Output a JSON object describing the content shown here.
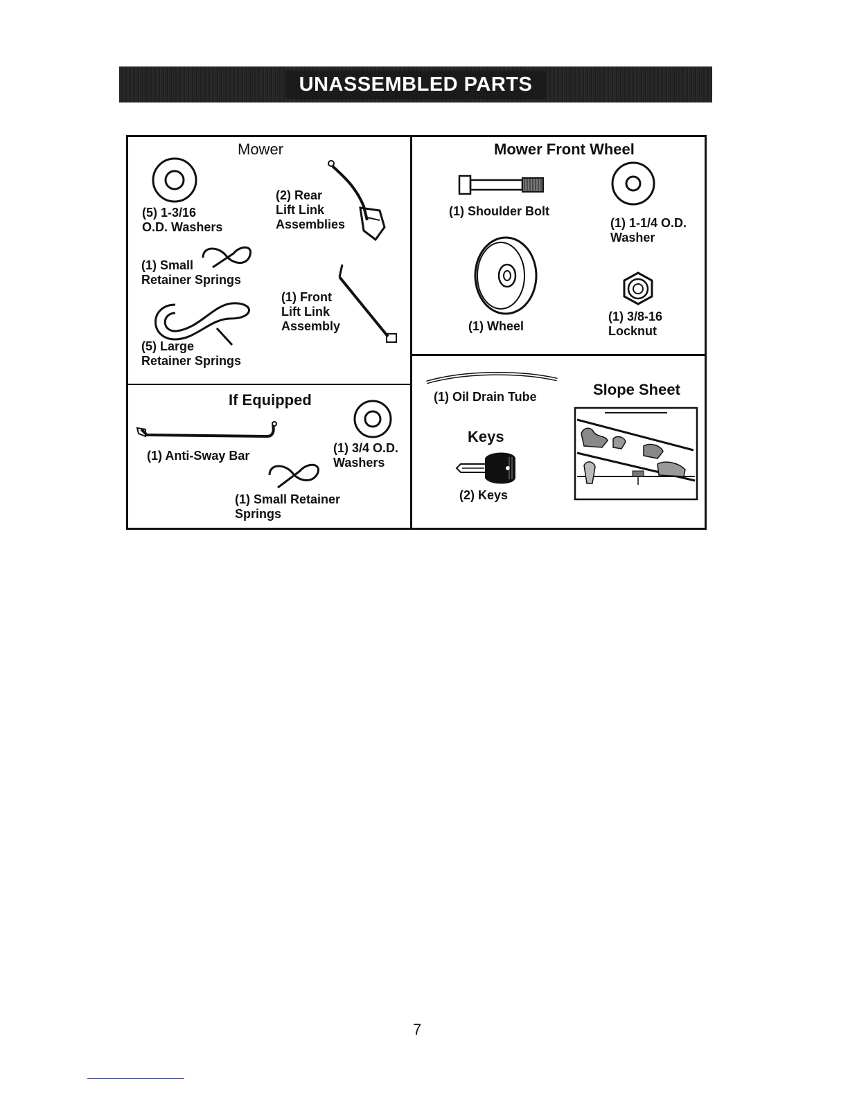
{
  "banner": {
    "title": "UNASSEMBLED PARTS"
  },
  "mower": {
    "heading": "Mower",
    "washers": "(5) 1-3/16\nO.D. Washers",
    "rear_lift_link": "(2) Rear\nLift Link\nAssemblies",
    "small_springs": "(1) Small\nRetainer Springs",
    "front_lift_link": "(1) Front\nLift Link\nAssembly",
    "large_springs": "(5) Large\nRetainer Springs"
  },
  "front_wheel": {
    "heading": "Mower Front Wheel",
    "shoulder_bolt": "(1) Shoulder Bolt",
    "washer": "(1) 1-1/4 O.D.\nWasher",
    "wheel": "(1) Wheel",
    "locknut": "(1) 3/8-16\nLocknut"
  },
  "if_equipped": {
    "heading": "If Equipped",
    "anti_sway_bar": "(1) Anti-Sway Bar",
    "washers": "(1) 3/4 O.D.\nWashers",
    "small_springs": "(1) Small Retainer\nSprings"
  },
  "misc": {
    "oil_drain_tube": "(1) Oil Drain Tube",
    "slope_sheet": "Slope Sheet",
    "keys_heading": "Keys",
    "keys": "(2) Keys"
  },
  "page_number": "7"
}
